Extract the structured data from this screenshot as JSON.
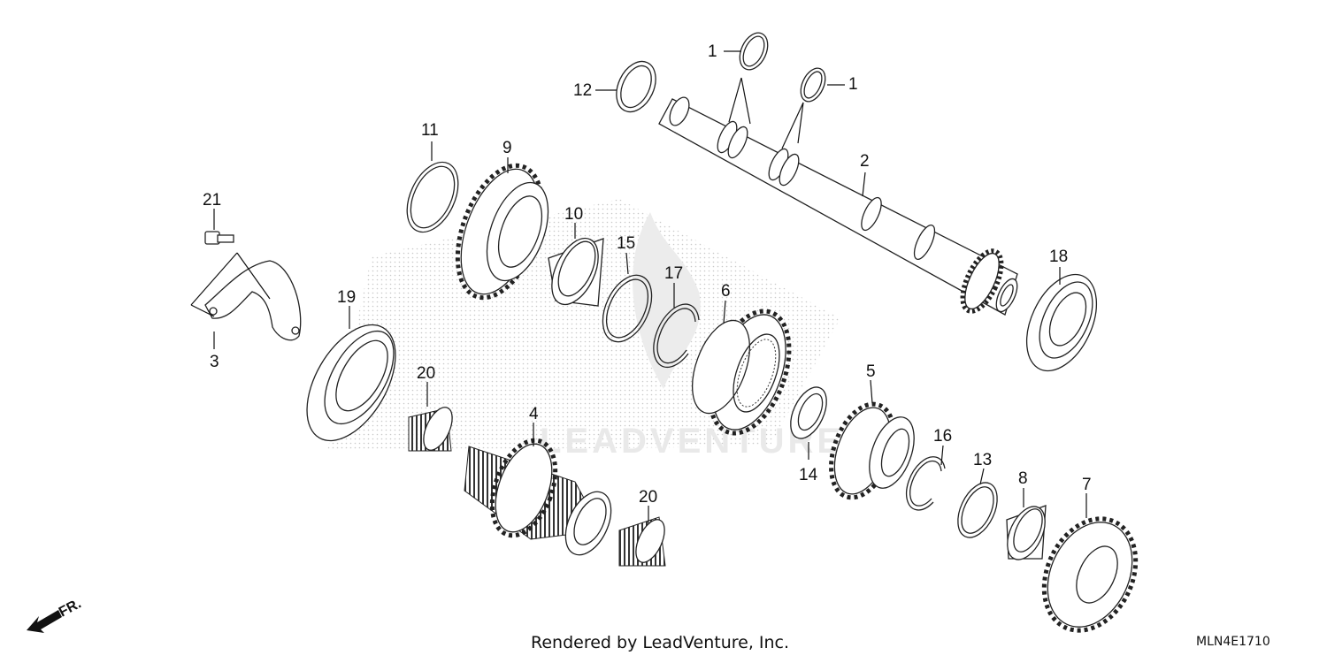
{
  "diagram": {
    "callouts": [
      "1",
      "1",
      "2",
      "3",
      "4",
      "5",
      "6",
      "7",
      "8",
      "9",
      "10",
      "11",
      "12",
      "13",
      "14",
      "15",
      "16",
      "17",
      "18",
      "19",
      "20",
      "20",
      "21"
    ],
    "watermark": "LEADVENTURE",
    "direction_label": "FR.",
    "footer_text": "Rendered by LeadVenture, Inc.",
    "diagram_code": "MLN4E1710"
  }
}
